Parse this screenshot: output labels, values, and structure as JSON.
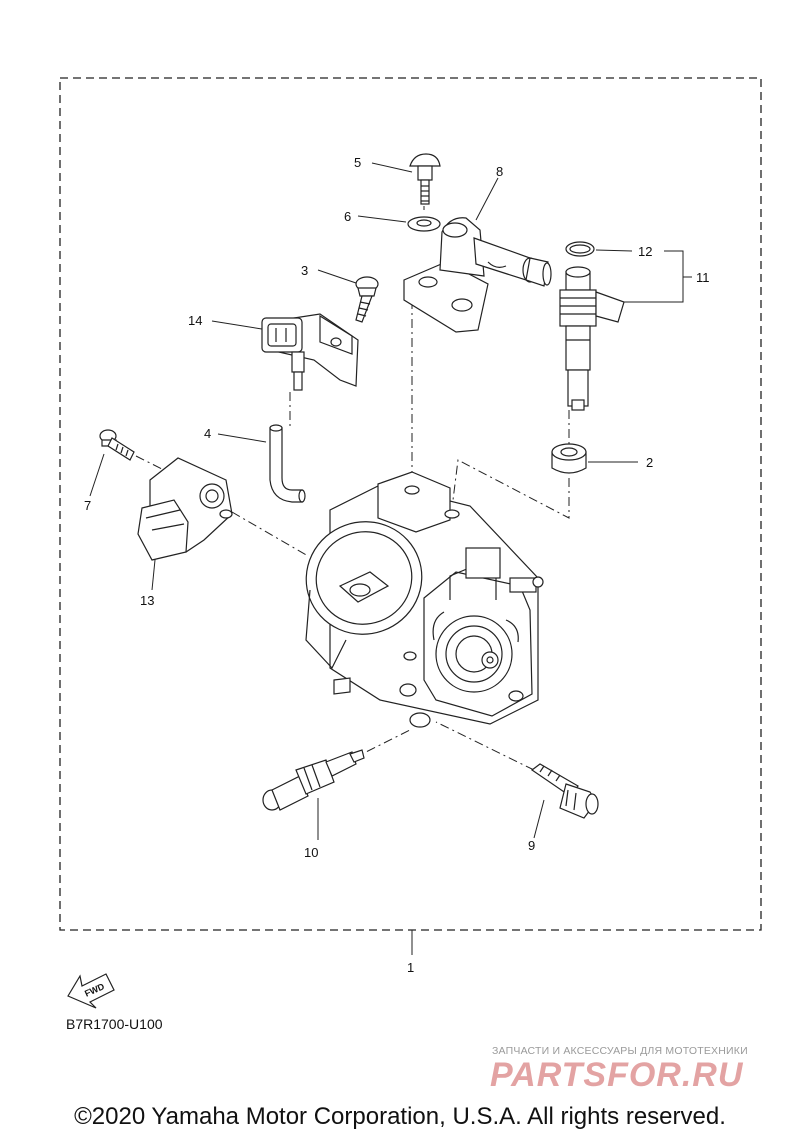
{
  "callouts": [
    {
      "id": "1",
      "text": "1"
    },
    {
      "id": "2",
      "text": "2"
    },
    {
      "id": "3",
      "text": "3"
    },
    {
      "id": "4",
      "text": "4"
    },
    {
      "id": "5",
      "text": "5"
    },
    {
      "id": "6",
      "text": "6"
    },
    {
      "id": "7",
      "text": "7"
    },
    {
      "id": "8",
      "text": "8"
    },
    {
      "id": "9",
      "text": "9"
    },
    {
      "id": "10",
      "text": "10"
    },
    {
      "id": "11",
      "text": "11"
    },
    {
      "id": "12",
      "text": "12"
    },
    {
      "id": "13",
      "text": "13"
    },
    {
      "id": "14",
      "text": "14"
    }
  ],
  "fwd_arrow_text": "FWD",
  "diagram_code": "B7R1700-U100",
  "watermark": {
    "subtitle": "ЗАПЧАСТИ И АКСЕССУАРЫ ДЛЯ МОТОТЕХНИКИ",
    "logo": "PARTSFOR.RU"
  },
  "copyright": "©2020 Yamaha Motor Corporation, U.S.A. All rights reserved."
}
